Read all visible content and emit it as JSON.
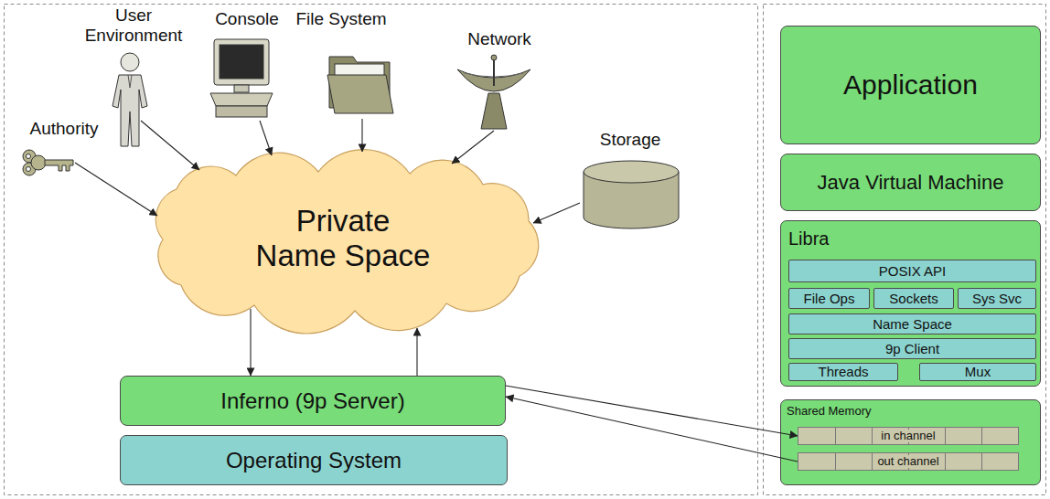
{
  "diagram": {
    "nodes": [
      {
        "text": [
          "Authority"
        ]
      },
      {
        "text": [
          "User Environment"
        ]
      },
      {
        "text": [
          "Console"
        ]
      },
      {
        "text": [
          "File System"
        ]
      },
      {
        "text": [
          "Network"
        ]
      },
      {
        "text": [
          "Storage"
        ]
      },
      {
        "text": [
          "Private Name Space"
        ]
      },
      {
        "text": [
          "Inferno (9p Server)"
        ]
      },
      {
        "text": [
          "Operating System"
        ]
      },
      {
        "text": [
          "Application"
        ]
      },
      {
        "text": [
          "Java Virtual Machine"
        ]
      },
      {
        "text": [
          "Libra"
        ]
      },
      {
        "text": [
          "POSIX API"
        ],
        "in": 11
      },
      {
        "text": [
          "File Ops"
        ],
        "in": 11
      },
      {
        "text": [
          "Sockets"
        ],
        "in": 11
      },
      {
        "text": [
          "Sys Svc"
        ],
        "in": 11
      },
      {
        "text": [
          "Name Space"
        ],
        "in": 11
      },
      {
        "text": [
          "9p Client"
        ],
        "in": 11
      },
      {
        "text": [
          "Threads"
        ],
        "in": 11
      },
      {
        "text": [
          "Mux"
        ],
        "in": 11
      },
      {
        "text": [
          "Shared Memory"
        ]
      },
      {
        "text": [
          "in channel"
        ],
        "in": 20
      },
      {
        "text": [
          "out channel"
        ],
        "in": 20
      }
    ],
    "edges": [
      {
        "from": 0,
        "to": 6,
        "arrow": "to"
      },
      {
        "from": 1,
        "to": 6,
        "arrow": "to"
      },
      {
        "from": 2,
        "to": 6,
        "arrow": "to"
      },
      {
        "from": 3,
        "to": 6,
        "arrow": "to"
      },
      {
        "from": 4,
        "to": 6,
        "arrow": "to"
      },
      {
        "from": 5,
        "to": 6,
        "arrow": "to"
      },
      {
        "from": 6,
        "to": 7,
        "arrow": "to"
      },
      {
        "from": 7,
        "to": 6,
        "arrow": "to"
      },
      {
        "from": 7,
        "to": 21,
        "arrow": "to"
      },
      {
        "from": 22,
        "to": 7,
        "arrow": "to"
      }
    ]
  }
}
